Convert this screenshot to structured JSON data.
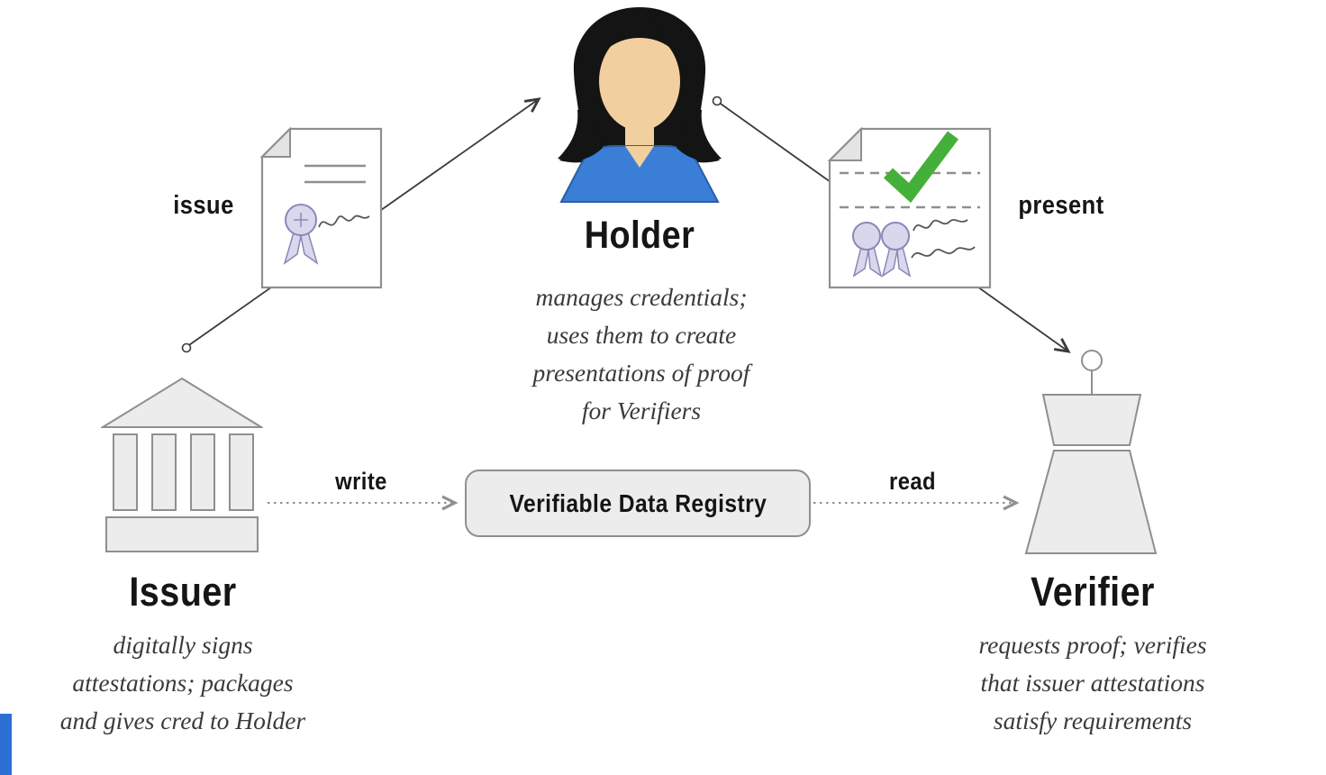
{
  "nodes": {
    "holder": {
      "label": "Holder",
      "description": "manages credentials;\nuses them to create\npresentations of proof\nfor Verifiers"
    },
    "issuer": {
      "label": "Issuer",
      "description": "digitally signs\nattestations; packages\nand gives cred to Holder"
    },
    "verifier": {
      "label": "Verifier",
      "description": "requests proof; verifies\nthat issuer attestations\nsatisfy requirements"
    },
    "registry": {
      "label": "Verifiable Data Registry"
    }
  },
  "edges": {
    "issue": {
      "label": "issue"
    },
    "present": {
      "label": "present"
    },
    "write": {
      "label": "write"
    },
    "read": {
      "label": "read"
    }
  },
  "icons": {
    "holder": "woman-avatar",
    "issuer": "bank-building",
    "verifier": "podium-figure",
    "credential": "certificate-document-with-ribbon-seal",
    "presentation": "verified-document-with-green-checkmark"
  },
  "colors": {
    "holder_top": "#3a7fd5",
    "skin": "#f2cf9e",
    "hair": "#141414",
    "check_green": "#45b039",
    "ribbon": "#d9d7ec",
    "ribbon_outline": "#8a88b8",
    "shape_fill": "#ececec",
    "shape_border": "#8f8f8f",
    "connector": "#3a3a3a",
    "dotted_connector": "#909090",
    "accent_bar": "#2b6fd3"
  }
}
